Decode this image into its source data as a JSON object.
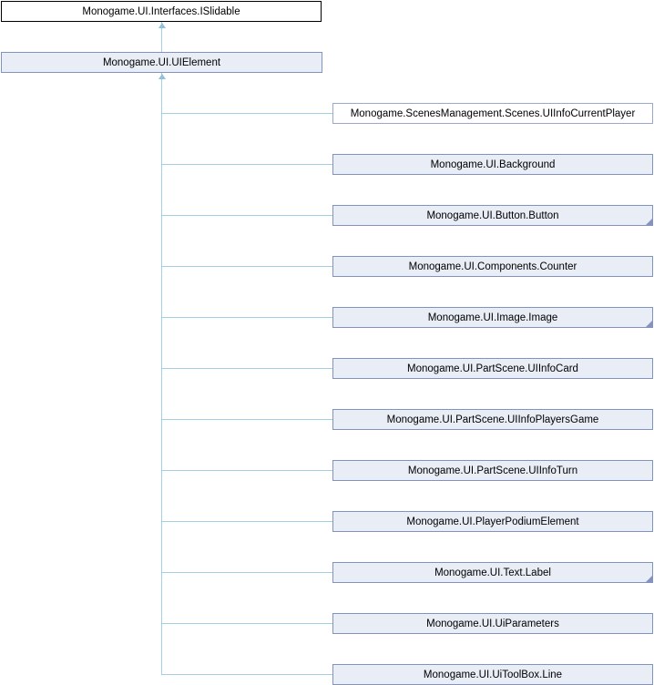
{
  "diagram": {
    "type": "inheritance-graph",
    "root": {
      "label": "Monogame.UI.Interfaces.ISlidable"
    },
    "parent": {
      "label": "Monogame.UI.UIElement"
    },
    "children": [
      {
        "label": "Monogame.ScenesManagement.Scenes.UIInfoCurrentPlayer",
        "variant": "plain",
        "has_descendants": false
      },
      {
        "label": "Monogame.UI.Background",
        "variant": "filled",
        "has_descendants": false
      },
      {
        "label": "Monogame.UI.Button.Button",
        "variant": "filled",
        "has_descendants": true
      },
      {
        "label": "Monogame.UI.Components.Counter",
        "variant": "filled",
        "has_descendants": false
      },
      {
        "label": "Monogame.UI.Image.Image",
        "variant": "filled",
        "has_descendants": true
      },
      {
        "label": "Monogame.UI.PartScene.UIInfoCard",
        "variant": "filled",
        "has_descendants": false
      },
      {
        "label": "Monogame.UI.PartScene.UIInfoPlayersGame",
        "variant": "filled",
        "has_descendants": false
      },
      {
        "label": "Monogame.UI.PartScene.UIInfoTurn",
        "variant": "filled",
        "has_descendants": false
      },
      {
        "label": "Monogame.UI.PlayerPodiumElement",
        "variant": "filled",
        "has_descendants": false
      },
      {
        "label": "Monogame.UI.Text.Label",
        "variant": "filled",
        "has_descendants": true
      },
      {
        "label": "Monogame.UI.UiParameters",
        "variant": "filled",
        "has_descendants": false
      },
      {
        "label": "Monogame.UI.UiToolBox.Line",
        "variant": "filled",
        "has_descendants": false
      }
    ]
  },
  "colors": {
    "root_border": "#000000",
    "root_fill": "#ffffff",
    "node_border": "#8393c0",
    "node_fill": "#e9edf6",
    "plain_border": "#9aa9cb",
    "plain_fill": "#ffffff",
    "line": "#a5cfe5",
    "arrow": "#8fc0dc"
  }
}
